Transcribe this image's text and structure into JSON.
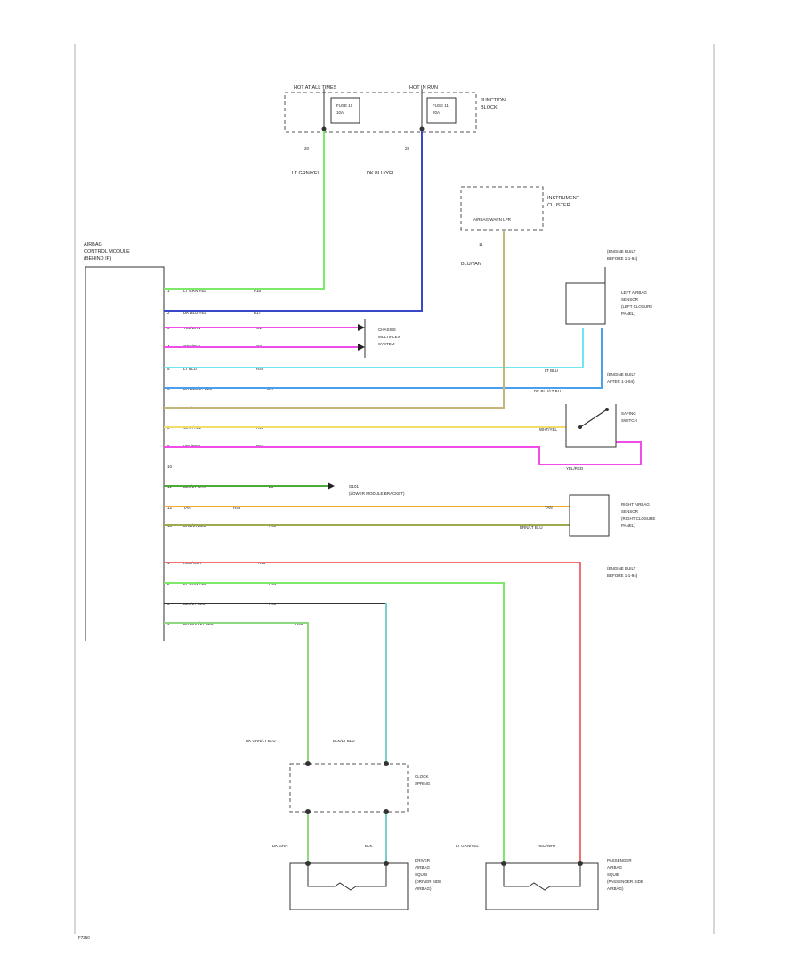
{
  "ignition": {
    "hot_left": "HOT AT ALL TIMES",
    "hot_right": "HOT IN RUN",
    "fuse_left": "FUSE 10",
    "fuse_right": "FUSE 11",
    "amp_left": "10A",
    "amp_right": "20A",
    "block_label_1": "JUNCTION",
    "block_label_2": "BLOCK",
    "pin_left": "20",
    "pin_right": "28",
    "wire_left": "LT GRN/YEL",
    "wire_right": "DK BLU/YEL"
  },
  "instrument": {
    "label_1": "INSTRUMENT",
    "label_2": "CLUSTER",
    "inner": "AIRBAG WARN LPR",
    "pin": "11",
    "wire": "BLU/TAN"
  },
  "module": {
    "label_1": "AIRBAG",
    "label_2": "CONTROL MODULE",
    "label_3": "(BEHIND IP)"
  },
  "pins": [
    {
      "pin": "1",
      "wire": "LT GRN/YEL",
      "c": "P16"
    },
    {
      "pin": "2",
      "wire": "DK BLU/YEL",
      "c": "B17"
    },
    {
      "pin": "3",
      "wire": "YEL/BRN",
      "c": "G1"
    },
    {
      "pin": "4",
      "wire": "GRY/BLK",
      "c": "G2"
    },
    {
      "pin": "5",
      "wire": "LT BLU",
      "c": "R49"
    },
    {
      "pin": "6",
      "wire": "DK BLU/LT BLU",
      "c": "B47"
    },
    {
      "pin": "7",
      "wire": "BLU/TAN",
      "c": "G21"
    },
    {
      "pin": "8",
      "wire": "WHT/YEL",
      "c": "R50"
    },
    {
      "pin": "9",
      "wire": "YEL/RED",
      "c": "R51"
    },
    {
      "pin": "10",
      "wire": "",
      "c": ""
    },
    {
      "pin": "11",
      "wire": "BLK/LT GRN",
      "c": "Z5"
    },
    {
      "pin": "12",
      "wire": "TAN",
      "c": "R48"
    },
    {
      "pin": "13",
      "wire": "BRN/LT BLU",
      "c": "R50"
    }
  ],
  "lower_pins": [
    {
      "pin": "1",
      "wire": "RED/WHT",
      "c": "R43"
    },
    {
      "pin": "2",
      "wire": "LT GRN/YEL",
      "c": "R44"
    },
    {
      "pin": "3",
      "wire": "BLK/LT BLU",
      "c": "R46"
    },
    {
      "pin": "4",
      "wire": "DK GRN/LT BLU",
      "c": "R45"
    }
  ],
  "chassis": {
    "line1": "CHASSIS",
    "line2": "MULTIPLEX",
    "line3": "SYSTEM"
  },
  "left_sensor": {
    "loc_1": "(ENGINE BUILT",
    "loc_2": "BEFORE 1-1-94)",
    "line1": "LEFT AIRBAG",
    "line2": "SENSOR",
    "line3": "(LEFT CLOSURE",
    "line4": "PANEL)",
    "wire_a": "LT BLU",
    "wire_b": "DK BLU/LT BLU"
  },
  "safing": {
    "loc_1": "(ENGINE BUILT",
    "loc_2": "AFTER 1-1-94)",
    "line1": "SAFING",
    "line2": "SWITCH",
    "wire_a": "WHT/YEL",
    "wire_b": "YEL/RED"
  },
  "ground": {
    "line1": "G101",
    "line2": "(LOWER MODULE BRACKET)"
  },
  "right_sensor": {
    "line1": "RIGHT AIRBAG",
    "line2": "SENSOR",
    "line3": "(RIGHT CLOSURE",
    "line4": "PANEL)",
    "wire_a": "TAN",
    "wire_b": "BRN/LT BLU",
    "loc_1": "(ENGINE BUILT",
    "loc_2": "BEFORE 1-1-94)"
  },
  "clockspring": {
    "line1": "CLOCK",
    "line2": "SPRING",
    "wire_top_a": "DK GRN/LT BLU",
    "wire_top_b": "BLK/LT BLU",
    "wire_bot_a": "DK GRN",
    "wire_bot_b": "BLK"
  },
  "driver": {
    "line1": "DRIVER",
    "line2": "AIRBAG",
    "line3": "SQUIB",
    "line4": "(DRIVER SIDE",
    "line5": "AIRBAG)"
  },
  "passenger": {
    "wire_a": "LT GRN/YEL",
    "wire_b": "RED/WHT",
    "line1": "PASSENGER",
    "line2": "AIRBAG",
    "line3": "SQUIB",
    "line4": "(PASSENGER SIDE",
    "line5": "AIRBAG)"
  },
  "footer": "F7250",
  "colors": {
    "lt_grn": "#7ee86a",
    "dk_blu": "#3a48c8",
    "magenta": "#f04ce8",
    "lt_blu": "#6fe6f0",
    "mid_blu": "#4aa0ec",
    "tan": "#c4b67a",
    "yellow": "#f2dc6a",
    "blk_grn": "#4caa3c",
    "orange": "#f2aa2c",
    "olive": "#a0aa4a",
    "red": "#f07070",
    "teal": "#7ad0c8",
    "grn2": "#8ed880",
    "gray": "#333333"
  }
}
